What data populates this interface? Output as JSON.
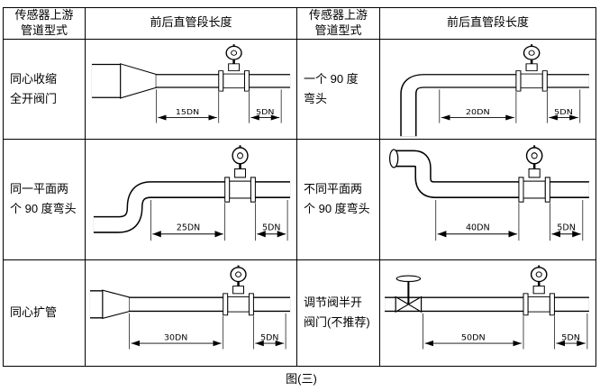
{
  "colors": {
    "ink": "#000000",
    "paper": "#ffffff"
  },
  "headers": {
    "col1": "传感器上游\n管道型式",
    "col2": "前后直管段长度",
    "col3": "传感器上游\n管道型式",
    "col4": "前后直管段长度"
  },
  "rows": [
    {
      "left": {
        "type": "同心收缩\n全开阀门",
        "upstream": "15DN",
        "downstream": "5DN"
      },
      "right": {
        "type": "一个 90 度\n弯头",
        "upstream": "20DN",
        "downstream": "5DN"
      }
    },
    {
      "left": {
        "type": "同一平面两\n个 90 度弯头",
        "upstream": "25DN",
        "downstream": "5DN"
      },
      "right": {
        "type": "不同平面两\n个 90 度弯头",
        "upstream": "40DN",
        "downstream": "5DN"
      }
    },
    {
      "left": {
        "type": "同心扩管",
        "upstream": "30DN",
        "downstream": "5DN"
      },
      "right": {
        "type": "调节阀半开\n阀门(不推荐)",
        "upstream": "50DN",
        "downstream": "5DN"
      }
    }
  ],
  "caption": "图(三)"
}
